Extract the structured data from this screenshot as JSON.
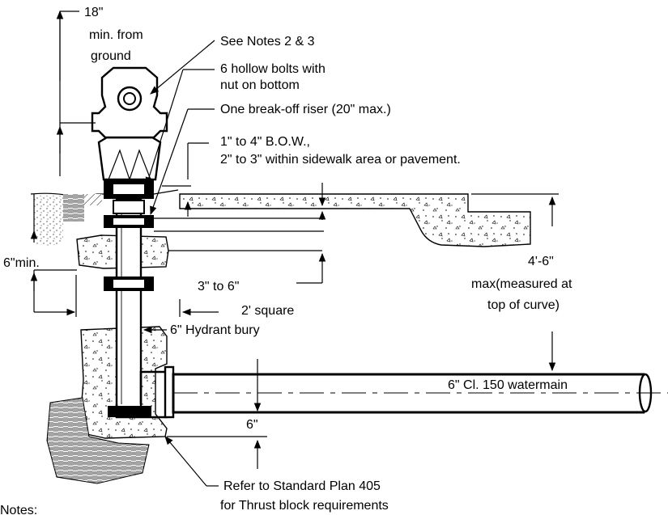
{
  "labels": {
    "height_18": "18\"",
    "min_from": "min. from",
    "ground": "ground",
    "see_notes": "See Notes 2 & 3",
    "hollow_bolts_1": "6 hollow bolts with",
    "hollow_bolts_2": "nut on bottom",
    "break_off_riser": "One break-off riser (20\" max.)",
    "bow_1": "1\" to 4\" B.O.W.,",
    "bow_2": "2\" to 3\" within sidewalk area or pavement.",
    "six_min": "6\"min.",
    "three_to_six": "3\" to 6\"",
    "depth_1": "4'-6\"",
    "depth_2": "max(measured at",
    "depth_3": "top of curve)",
    "two_ft_square": "2' square",
    "hydrant_bury": "6\" Hydrant bury",
    "watermain": "6\" Cl. 150 watermain",
    "six_inch": "6\"",
    "thrust_1": "Refer to Standard Plan 405",
    "thrust_2": "for Thrust block requirements",
    "notes": "Notes:"
  }
}
